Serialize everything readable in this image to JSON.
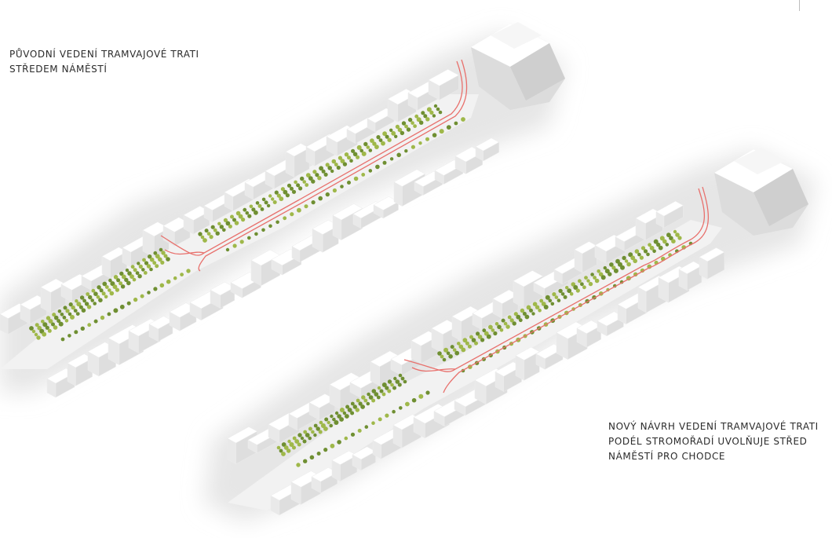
{
  "captions": {
    "original": [
      "PŮVODNÍ VEDENÍ TRAMVAJOVÉ TRATI",
      "STŘEDEM NÁMĚSTÍ"
    ],
    "proposed": [
      "NOVÝ NÁVRH VEDENÍ TRAMVAJOVÉ TRATI",
      "PODÉL STROMOŘADÍ UVOLŇUJE STŘED",
      "NÁMĚSTÍ PRO CHODCE"
    ]
  },
  "colors": {
    "tram_track": "#e8706c",
    "tree": "#9fb84a",
    "tree_dark": "#6f8f32",
    "building_top": "#ffffff",
    "building_side": "#dedede",
    "shadow": "#e9e9e9",
    "street": "#eeeeee"
  },
  "views": [
    {
      "id": "original-layout",
      "tram_alignment": "square-center"
    },
    {
      "id": "proposed-layout",
      "tram_alignment": "along-tree-row"
    }
  ]
}
